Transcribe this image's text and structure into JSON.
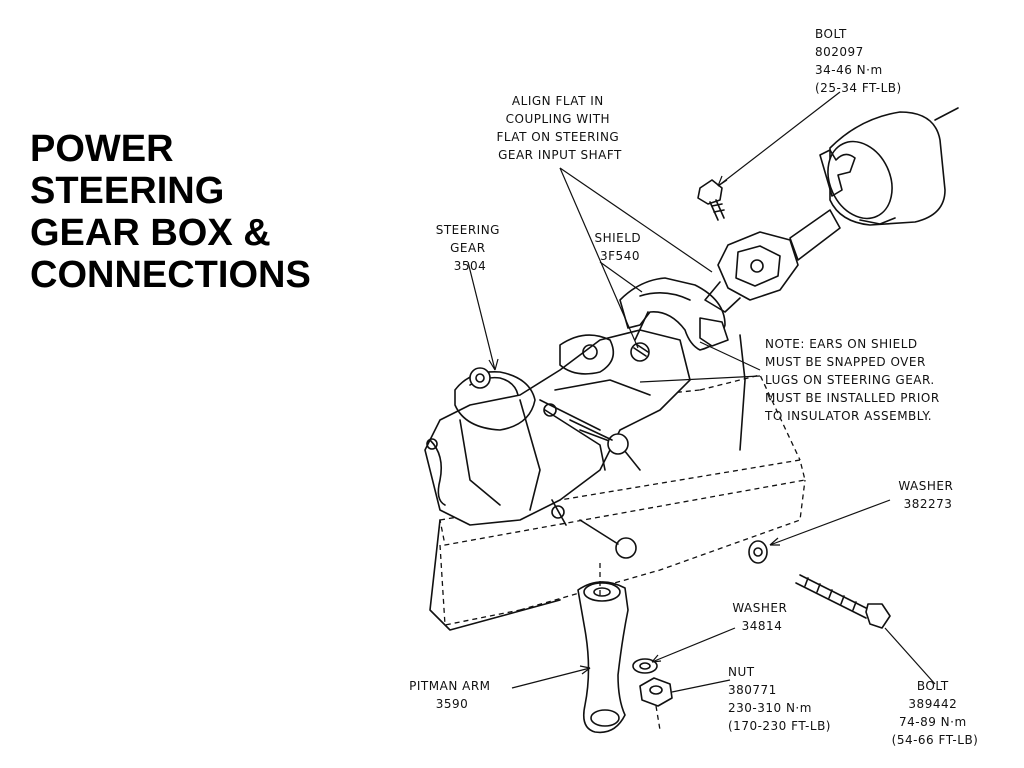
{
  "title_lines": [
    "POWER",
    "STEERING",
    "GEAR BOX &",
    "CONNECTIONS"
  ],
  "labels": {
    "bolt_top": [
      "BOLT",
      "802097",
      "34-46 N·m",
      "(25-34 FT-LB)"
    ],
    "align_note": [
      "ALIGN FLAT IN",
      "COUPLING WITH",
      "FLAT ON STEERING",
      "GEAR INPUT SHAFT"
    ],
    "steering_gear": [
      "STEERING",
      "GEAR",
      "3504"
    ],
    "shield": [
      "SHIELD",
      "3F540"
    ],
    "ears_note": [
      "NOTE:  EARS ON SHIELD",
      "MUST BE SNAPPED OVER",
      "LUGS ON STEERING GEAR.",
      "MUST BE  INSTALLED PRIOR",
      "TO INSULATOR ASSEMBLY."
    ],
    "washer_right": [
      "WASHER",
      "382273"
    ],
    "washer_lower": [
      "WASHER",
      "34814"
    ],
    "pitman_arm": [
      "PITMAN ARM",
      "3590"
    ],
    "nut": [
      "NUT",
      "380771",
      "230-310 N·m",
      "(170-230 FT-LB)"
    ],
    "bolt_bottom": [
      "BOLT",
      "389442",
      "74-89 N·m",
      "(54-66 FT-LB)"
    ]
  }
}
